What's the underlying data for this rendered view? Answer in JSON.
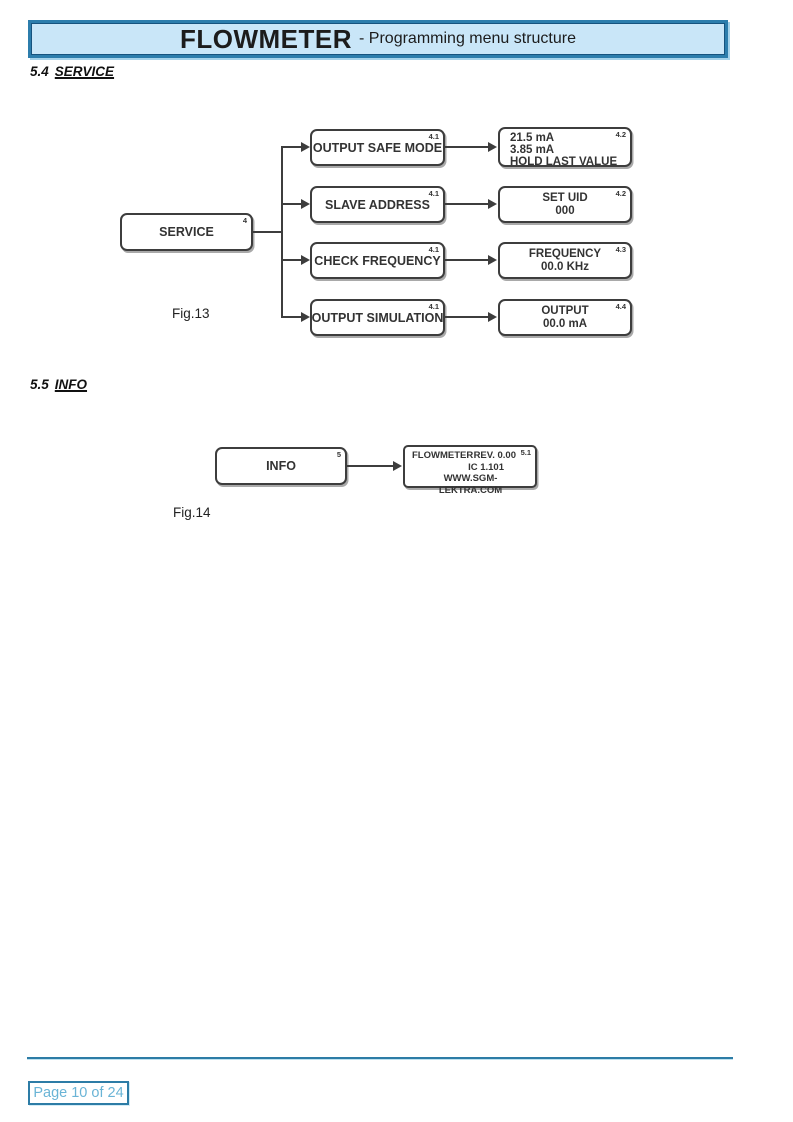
{
  "header": {
    "title": "FLOWMETER",
    "subtitle": "- Programming menu structure"
  },
  "sections": {
    "s54": {
      "number": "5.4",
      "title": "SERVICE"
    },
    "s55": {
      "number": "5.5",
      "title": "INFO"
    }
  },
  "fig13": {
    "caption": "Fig.13",
    "root": {
      "label": "SERVICE",
      "sup": "4"
    },
    "rows": [
      {
        "menu": {
          "label": "OUTPUT SAFE MODE",
          "sup": "4.1"
        },
        "result": {
          "sup": "4.2",
          "lines": [
            "21.5 mA",
            "3.85 mA",
            "HOLD LAST VALUE"
          ]
        }
      },
      {
        "menu": {
          "label": "SLAVE ADDRESS",
          "sup": "4.1"
        },
        "result": {
          "sup": "4.2",
          "lines": [
            "SET UID",
            "000"
          ]
        }
      },
      {
        "menu": {
          "label": "CHECK FREQUENCY",
          "sup": "4.1"
        },
        "result": {
          "sup": "4.3",
          "lines": [
            "FREQUENCY",
            "00.0 KHz"
          ]
        }
      },
      {
        "menu": {
          "label": "OUTPUT SIMULATION",
          "sup": "4.1"
        },
        "result": {
          "sup": "4.4",
          "lines": [
            "OUTPUT",
            "00.0 mA"
          ]
        }
      }
    ]
  },
  "fig14": {
    "caption": "Fig.14",
    "root": {
      "label": "INFO",
      "sup": "5"
    },
    "result": {
      "sup": "5.1",
      "line1_left": "FLOWMETER",
      "line1_right": "REV. 0.00",
      "line2": "IC 1.101",
      "line3": "WWW.SGM-LEKTRA.COM"
    }
  },
  "footer": {
    "page_label": "Page 10 of 24"
  },
  "colors": {
    "band_fill": "#c9e6f8",
    "band_border": "#2c7dac",
    "box_border": "#3d3d3d",
    "footer_accent": "#2d7ca6",
    "footer_text": "#6ab4d6"
  }
}
